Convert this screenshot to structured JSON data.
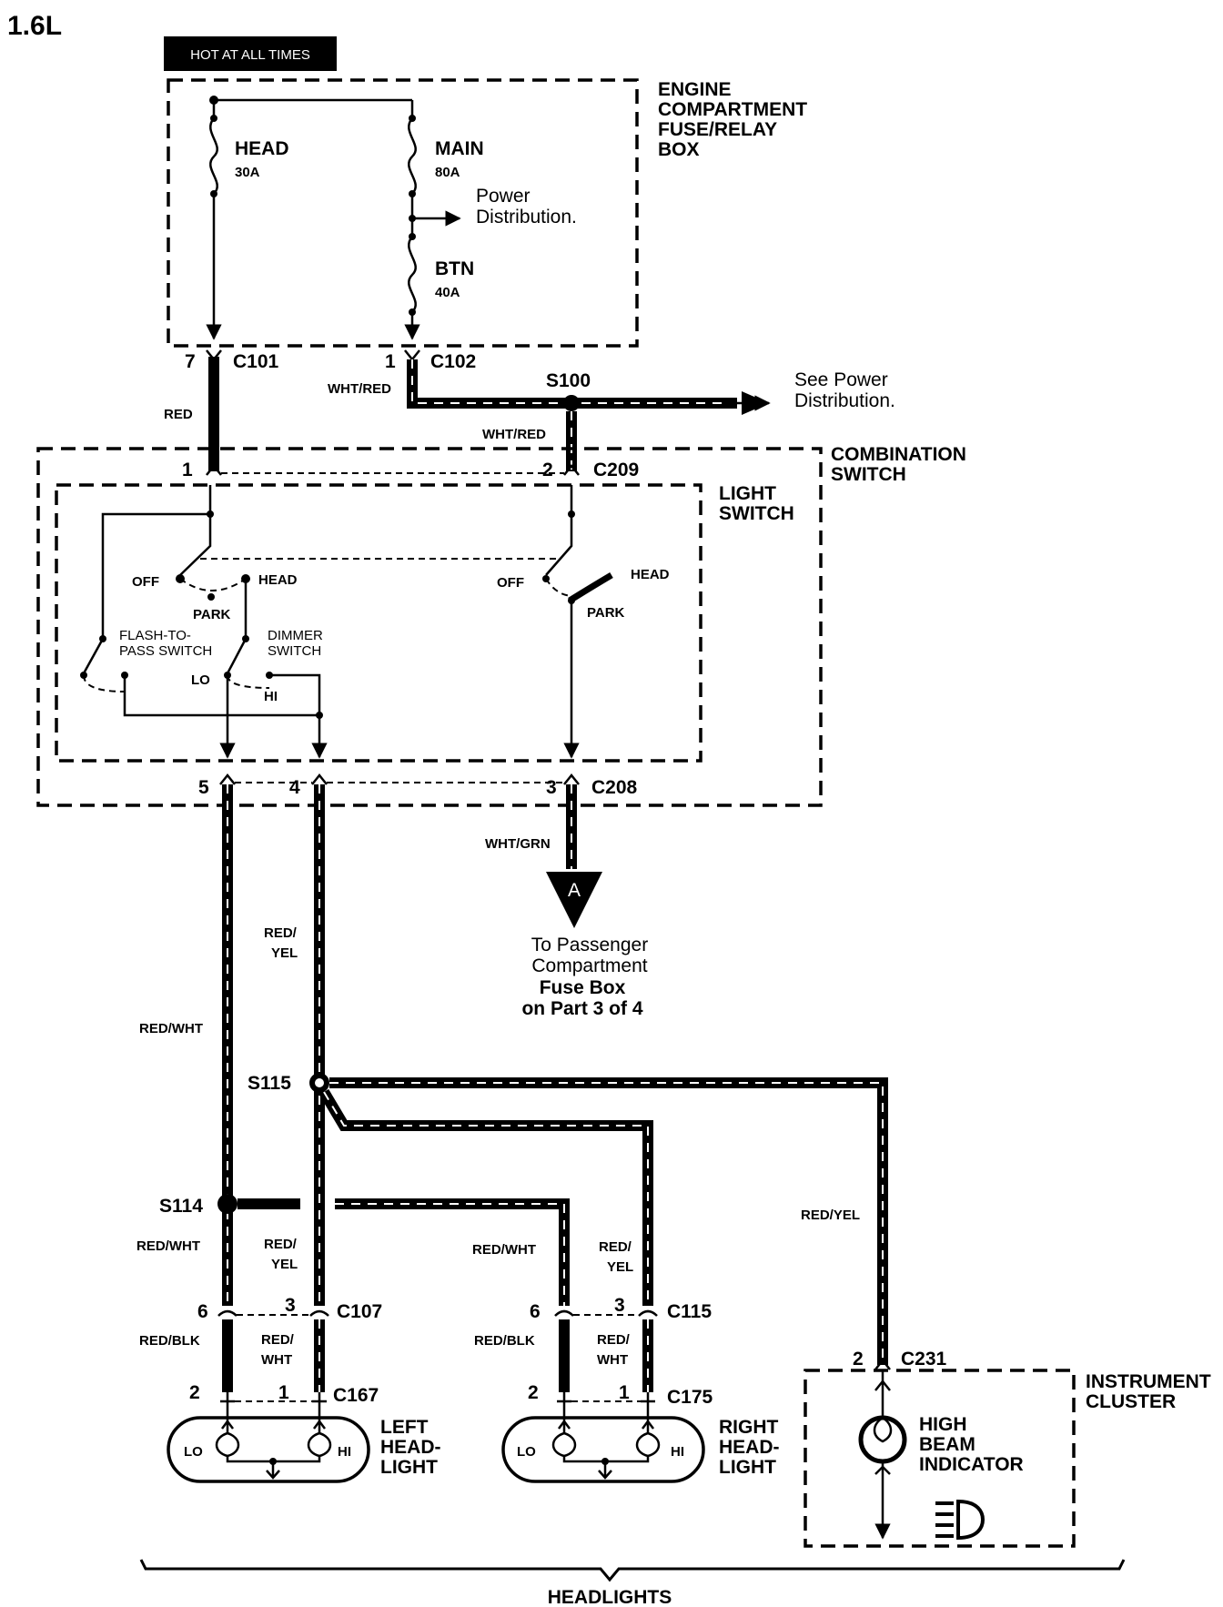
{
  "header": {
    "engine": "1.6L",
    "hot_at_all_times": "HOT AT ALL TIMES"
  },
  "fuse_box": {
    "title": [
      "ENGINE",
      "COMPARTMENT",
      "FUSE/RELAY",
      "BOX"
    ],
    "fuses": [
      {
        "name": "HEAD",
        "rating": "30A"
      },
      {
        "name": "MAIN",
        "rating": "80A"
      },
      {
        "name": "BTN",
        "rating": "40A"
      }
    ],
    "power_distribution": [
      "Power",
      "Distribution."
    ]
  },
  "connectors": {
    "c101": {
      "id": "C101",
      "pin": "7"
    },
    "c102": {
      "id": "C102",
      "pin": "1"
    },
    "c209": {
      "id": "C209",
      "pin_left": "1",
      "pin_right": "2"
    },
    "c208": {
      "id": "C208",
      "pins": [
        "5",
        "4",
        "3"
      ]
    },
    "c107": {
      "id": "C107",
      "pins": [
        "6",
        "3"
      ]
    },
    "c115": {
      "id": "C115",
      "pins": [
        "6",
        "3"
      ]
    },
    "c167": {
      "id": "C167",
      "pins": [
        "2",
        "1"
      ]
    },
    "c175": {
      "id": "C175",
      "pins": [
        "2",
        "1"
      ]
    },
    "c231": {
      "id": "C231",
      "pin": "2"
    }
  },
  "splices": {
    "s100": "S100",
    "s114": "S114",
    "s115": "S115"
  },
  "see_power": [
    "See Power",
    "Distribution."
  ],
  "combination_switch": {
    "title": [
      "COMBINATION",
      "SWITCH"
    ],
    "light_switch": [
      "LIGHT",
      "SWITCH"
    ],
    "positions": {
      "off": "OFF",
      "park": "PARK",
      "head": "HEAD"
    },
    "flash_to_pass": [
      "FLASH-TO-",
      "PASS SWITCH"
    ],
    "dimmer": [
      "DIMMER",
      "SWITCH"
    ],
    "lo": "LO",
    "hi": "HI"
  },
  "wires": {
    "red": "RED",
    "wht_red": "WHT/RED",
    "wht_grn": "WHT/GRN",
    "red_yel_split": [
      "RED/",
      "YEL"
    ],
    "red_wht": "RED/WHT",
    "red_yel": "RED/YEL",
    "red_blk": "RED/BLK",
    "red_wht_split": [
      "RED/",
      "WHT"
    ]
  },
  "passenger_ref": {
    "letter": "A",
    "lines": [
      "To Passenger",
      "Compartment",
      "Fuse Box",
      "on Part 3 of 4"
    ]
  },
  "left_headlight": [
    "LEFT",
    "HEAD-",
    "LIGHT"
  ],
  "right_headlight": [
    "RIGHT",
    "HEAD-",
    "LIGHT"
  ],
  "lamp": {
    "lo": "LO",
    "hi": "HI"
  },
  "instrument_cluster": {
    "title": [
      "INSTRUMENT",
      "CLUSTER"
    ],
    "indicator": [
      "HIGH",
      "BEAM",
      "INDICATOR"
    ]
  },
  "footer": "HEADLIGHTS"
}
